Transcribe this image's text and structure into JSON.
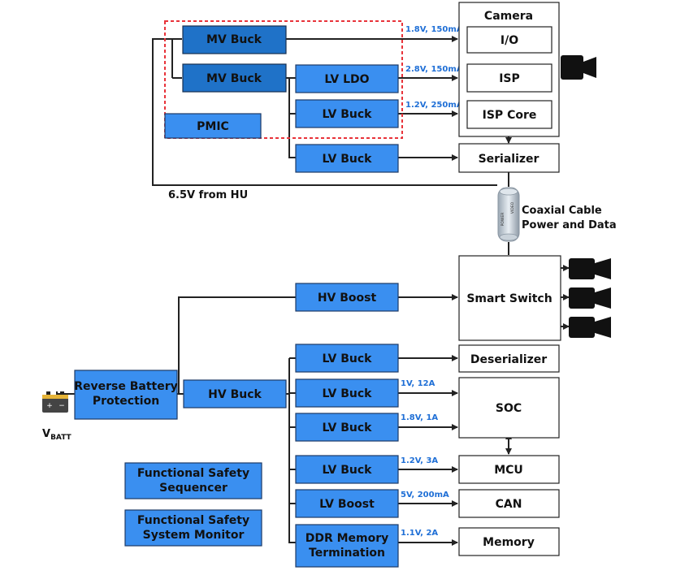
{
  "blocks": {
    "mv_buck_1": "MV Buck",
    "mv_buck_2": "MV Buck",
    "pmic": "PMIC",
    "lv_ldo": "LV LDO",
    "lv_buck_cam": "LV Buck",
    "lv_buck_ser": "LV Buck",
    "camera": "Camera",
    "io": "I/O",
    "isp": "ISP",
    "isp_core": "ISP Core",
    "serializer": "Serializer",
    "hv_boost": "HV Boost",
    "smart_switch": "Smart Switch",
    "reverse_battery_1": "Reverse Battery",
    "reverse_battery_2": "Protection",
    "hv_buck": "HV Buck",
    "lv_buck_des": "LV Buck",
    "lv_buck_soc1": "LV Buck",
    "lv_buck_soc2": "LV Buck",
    "lv_buck_mcu": "LV Buck",
    "lv_boost": "LV Boost",
    "ddr_1": "DDR Memory",
    "ddr_2": "Termination",
    "deserializer": "Deserializer",
    "soc": "SOC",
    "mcu": "MCU",
    "can": "CAN",
    "memory": "Memory",
    "fs_seq_1": "Functional Safety",
    "fs_seq_2": "Sequencer",
    "fs_mon_1": "Functional Safety",
    "fs_mon_2": "System Monitor"
  },
  "annotations": {
    "io_rail": "1.8V, 150mA",
    "isp_rail": "2.8V, 150mA",
    "isp_core_rail": "1.2V, 250mA",
    "soc_rail_1": "1V, 12A",
    "soc_rail_2": "1.8V, 1A",
    "mcu_rail": "1.2V, 3A",
    "can_rail": "5V, 200mA",
    "memory_rail": "1.1V, 2A"
  },
  "labels": {
    "from_hu": "6.5V from HU",
    "coax_1": "Coaxial Cable",
    "coax_2": "Power and Data",
    "vbatt_main": "V",
    "vbatt_sub": "BATT",
    "battery_plus": "+",
    "battery_minus": "−",
    "coax_mark_1": "POWER",
    "coax_mark_2": "VIDEO"
  },
  "icons": [
    "camera-icon",
    "camera-icon",
    "camera-icon",
    "camera-icon",
    "battery-icon",
    "coaxial-cable-icon"
  ],
  "colors": {
    "block_blue": "#3a8ff0",
    "block_dark_blue": "#1f72c8",
    "annotation_blue": "#1f6fd6",
    "pmic_outline_red": "#e8333a"
  }
}
